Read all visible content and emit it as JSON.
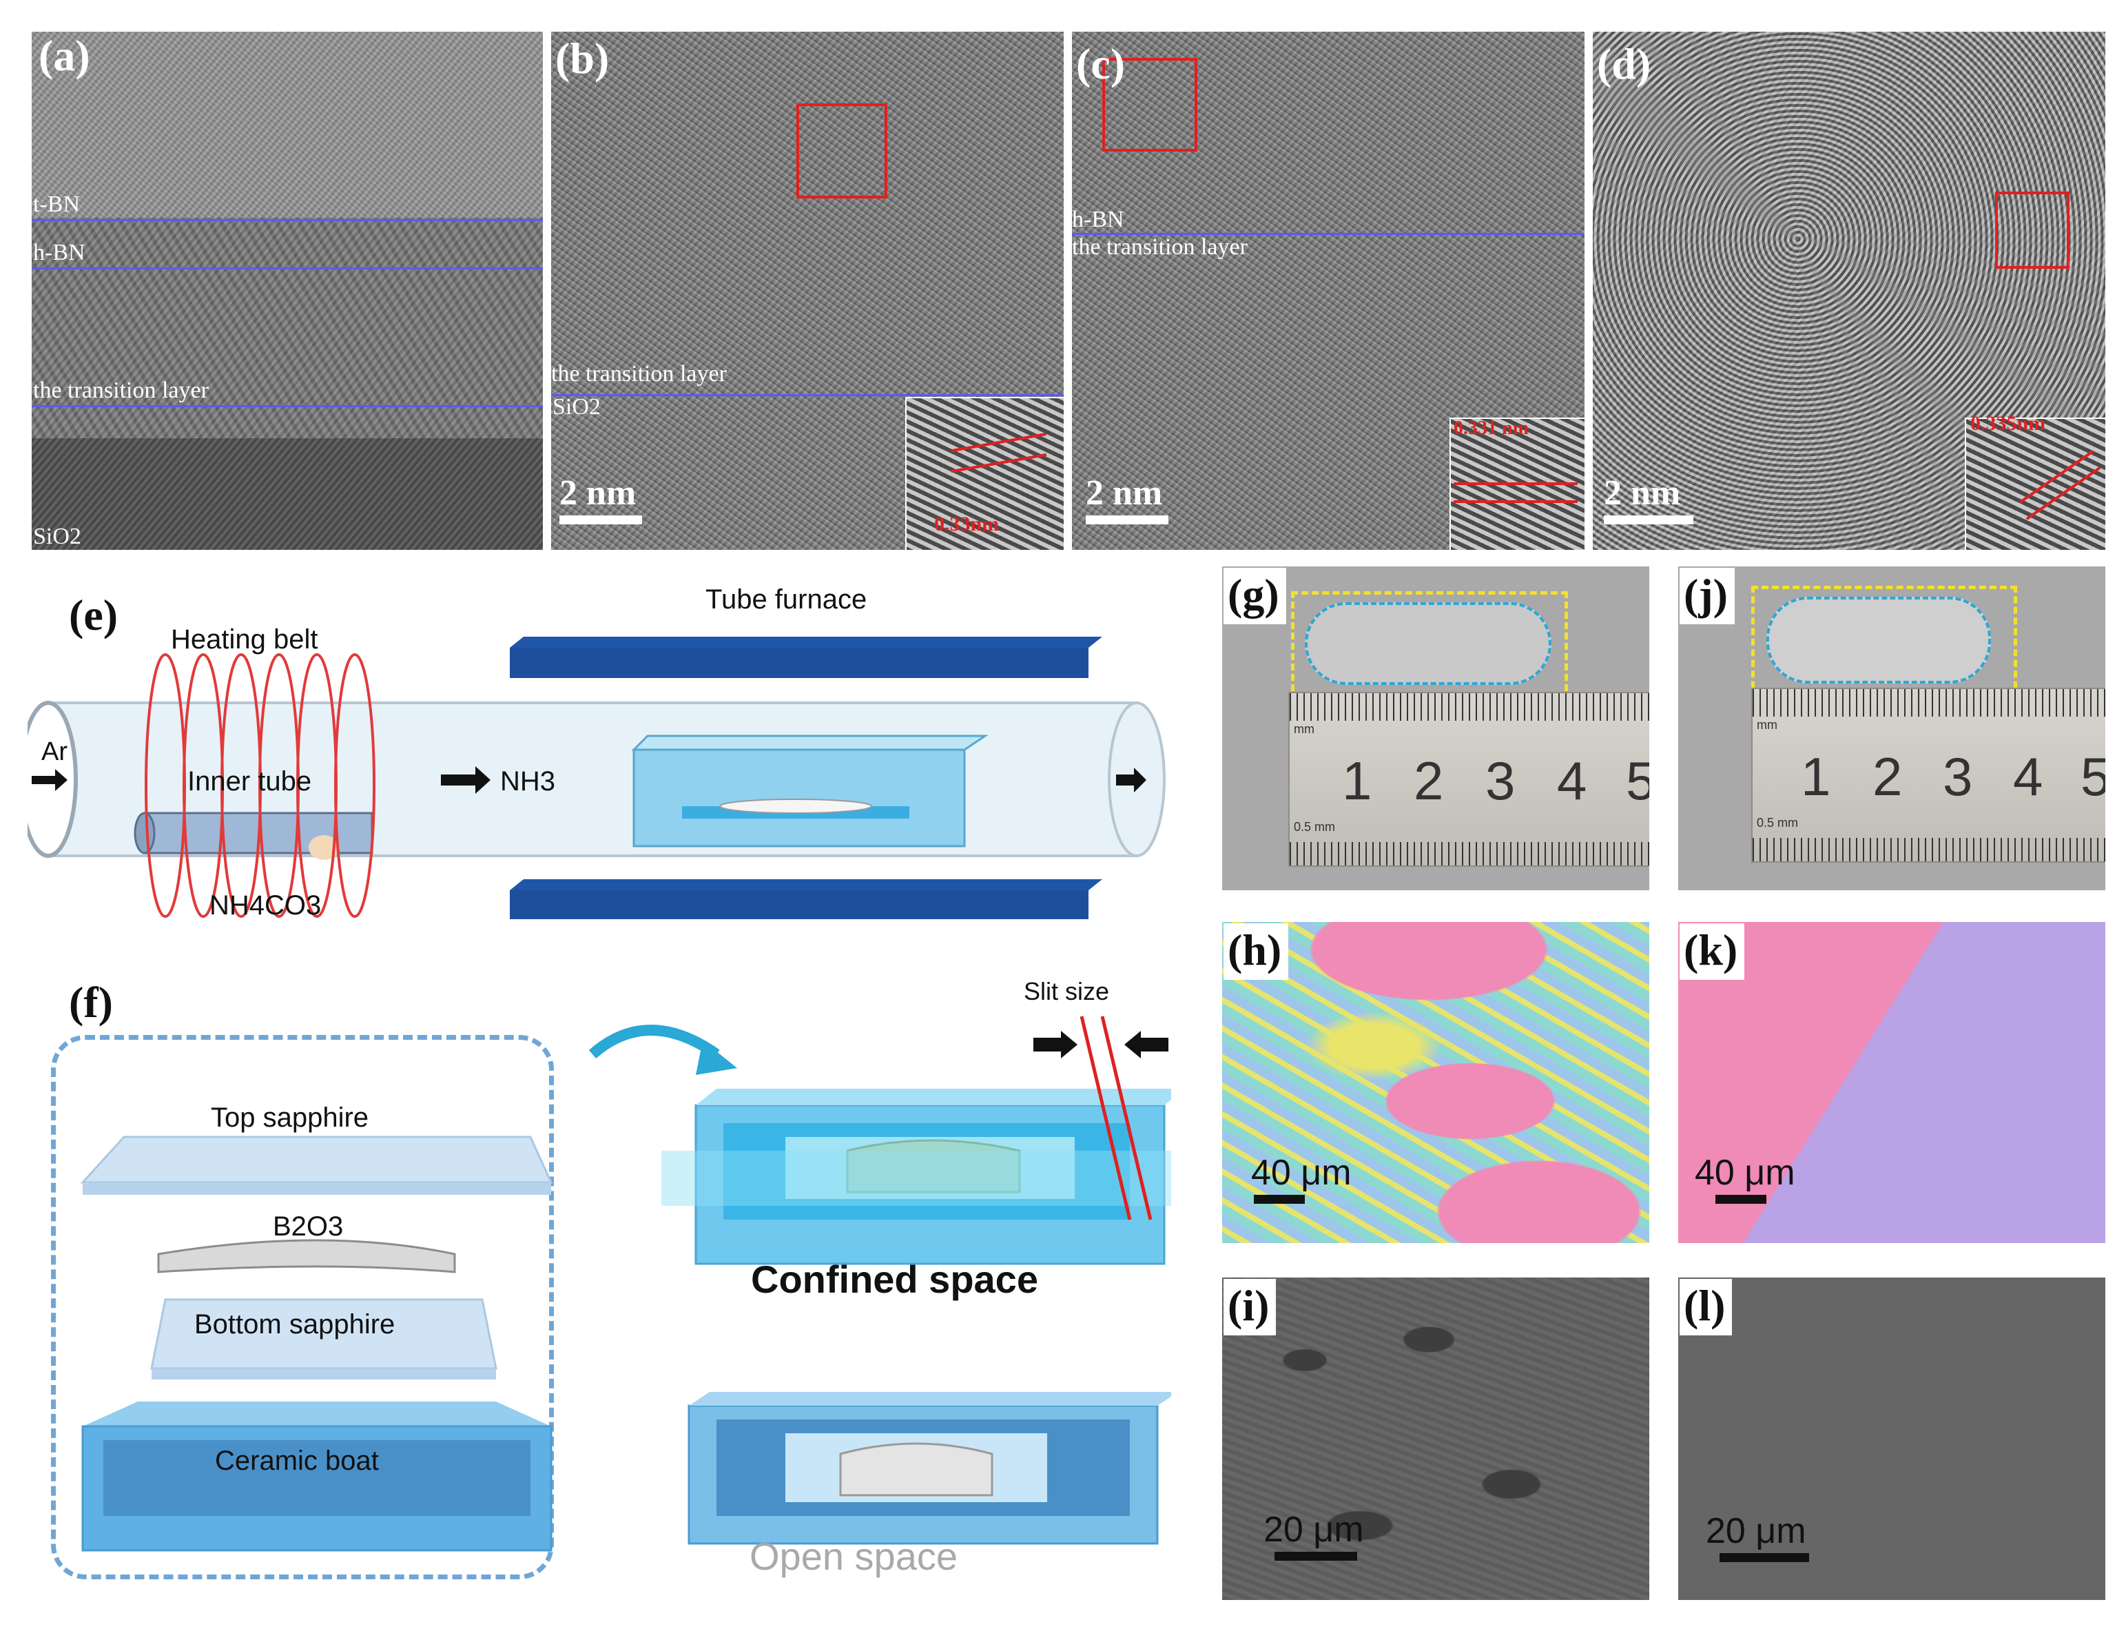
{
  "panel_labels": {
    "a": "(a)",
    "b": "(b)",
    "c": "(c)",
    "d": "(d)",
    "e": "(e)",
    "f": "(f)",
    "g": "(g)",
    "h": "(h)",
    "i": "(i)",
    "j": "(j)",
    "k": "(k)",
    "l": "(l)"
  },
  "tem": {
    "a": {
      "tbn": "t-BN",
      "hbn": "h-BN",
      "transition": "the transition layer",
      "sio2": "SiO2"
    },
    "b": {
      "transition": "the transition layer",
      "sio2": "SiO2",
      "scale": "2 nm",
      "spacing": "0.33nm"
    },
    "c": {
      "hbn": "h-BN",
      "transition": "the transition layer",
      "scale": "2 nm",
      "spacing": "0.331 nm"
    },
    "d": {
      "scale": "2 nm",
      "spacing": "0.335nm"
    }
  },
  "diagram_e": {
    "tube_furnace": "Tube furnace",
    "heating_belt": "Heating belt",
    "ar": "Ar",
    "inner_tube": "Inner tube",
    "nh3": "NH3",
    "precursor": "NH4CO3"
  },
  "diagram_f": {
    "top_sapphire": "Top sapphire",
    "b2o3": "B2O3",
    "bottom_sapphire": "Bottom sapphire",
    "ceramic_boat": "Ceramic boat",
    "slit_size": "Slit size",
    "confined": "Confined space",
    "open": "Open space"
  },
  "ruler": {
    "unit": "mm",
    "half_mm": "0.5 mm",
    "digits": [
      "1",
      "2",
      "3",
      "4",
      "5"
    ]
  },
  "scales": {
    "h": "40 μm",
    "k": "40 μm",
    "i": "20 μm",
    "l": "20 μm"
  },
  "colors": {
    "line_blue": "#5a5aff",
    "box_red": "#e02020",
    "sapphire": "#cfe3f5",
    "boat": "#6fb5e6",
    "furnace": "#1f56a8",
    "belt": "#e23a3a",
    "yellow_dash": "#f2e12a",
    "cyan_dash": "#2aa8d6",
    "pink": "#f08ab6",
    "lavender": "#b9a3e6"
  }
}
